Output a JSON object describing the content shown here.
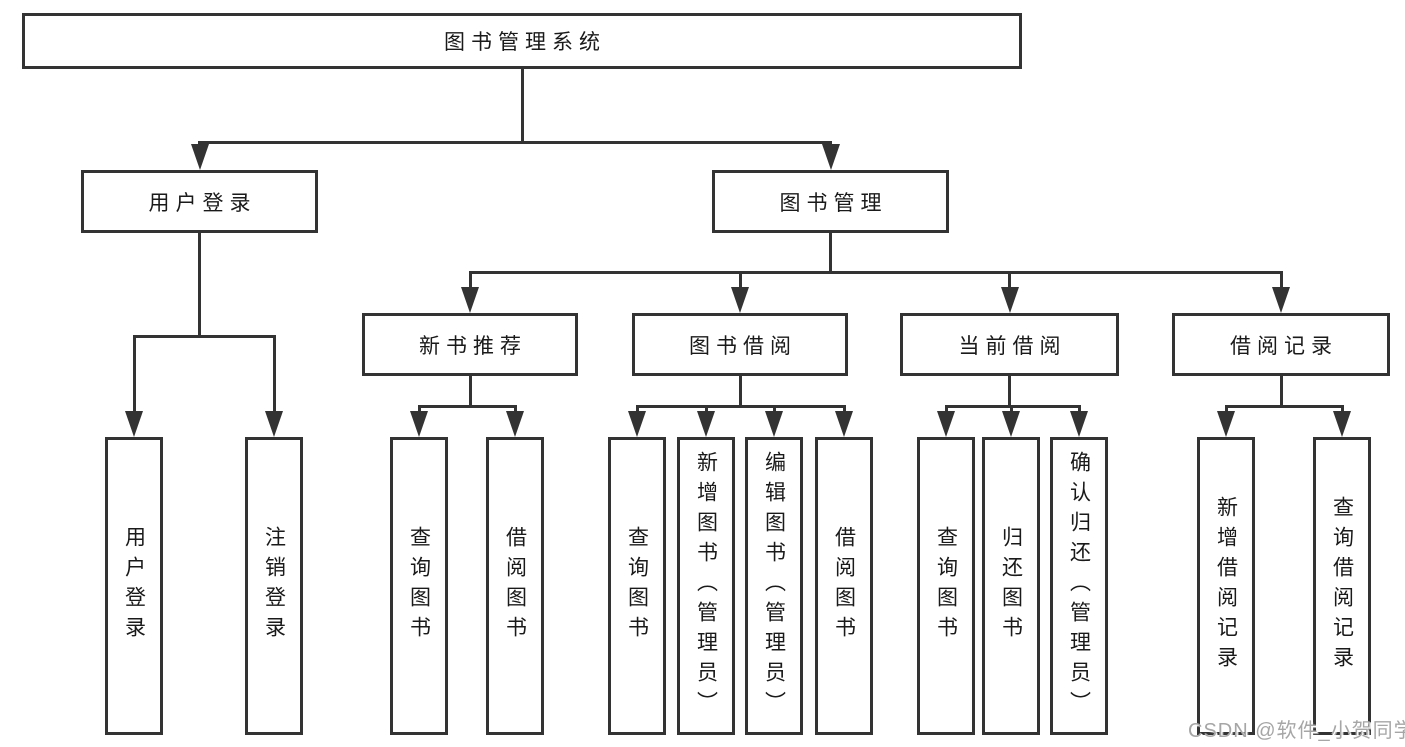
{
  "diagram": {
    "title": "图书管理系统",
    "watermark": {
      "text": "CSDN @软件_小贺同学"
    },
    "colors": {
      "line": "#333333",
      "box_border": "#333333",
      "text": "#1a1a1a",
      "watermark": "#a6a6a6",
      "background": "#ffffff"
    },
    "nodes": [
      {
        "id": "root",
        "label": "图书管理系统",
        "level": 1,
        "parent": null
      },
      {
        "id": "user-login",
        "label": "用户登录",
        "level": 2,
        "parent": "root"
      },
      {
        "id": "book-mgmt",
        "label": "图书管理",
        "level": 2,
        "parent": "root"
      },
      {
        "id": "new-book-rec",
        "label": "新书推荐",
        "level": 3,
        "parent": "book-mgmt"
      },
      {
        "id": "book-borrow",
        "label": "图书借阅",
        "level": 3,
        "parent": "book-mgmt"
      },
      {
        "id": "current-borrow",
        "label": "当前借阅",
        "level": 3,
        "parent": "book-mgmt"
      },
      {
        "id": "borrow-records",
        "label": "借阅记录",
        "level": 3,
        "parent": "book-mgmt"
      },
      {
        "id": "login",
        "label": "用户登录",
        "level": 4,
        "parent": "user-login"
      },
      {
        "id": "logout",
        "label": "注销登录",
        "level": 4,
        "parent": "user-login"
      },
      {
        "id": "rec-query-book",
        "label": "查询图书",
        "level": 4,
        "parent": "new-book-rec"
      },
      {
        "id": "rec-borrow-book",
        "label": "借阅图书",
        "level": 4,
        "parent": "new-book-rec"
      },
      {
        "id": "bb-query-book",
        "label": "查询图书",
        "level": 4,
        "parent": "book-borrow"
      },
      {
        "id": "bb-add-book",
        "label": "新增图书（管理员）",
        "level": 4,
        "parent": "book-borrow"
      },
      {
        "id": "bb-edit-book",
        "label": "编辑图书（管理员）",
        "level": 4,
        "parent": "book-borrow"
      },
      {
        "id": "bb-borrow-book",
        "label": "借阅图书",
        "level": 4,
        "parent": "book-borrow"
      },
      {
        "id": "cb-query-book",
        "label": "查询图书",
        "level": 4,
        "parent": "current-borrow"
      },
      {
        "id": "cb-return-book",
        "label": "归还图书",
        "level": 4,
        "parent": "current-borrow"
      },
      {
        "id": "cb-confirm-return",
        "label": "确认归还（管理员）",
        "level": 4,
        "parent": "current-borrow"
      },
      {
        "id": "br-add-record",
        "label": "新增借阅记录",
        "level": 4,
        "parent": "borrow-records"
      },
      {
        "id": "br-query-record",
        "label": "查询借阅记录",
        "level": 4,
        "parent": "borrow-records"
      }
    ]
  }
}
